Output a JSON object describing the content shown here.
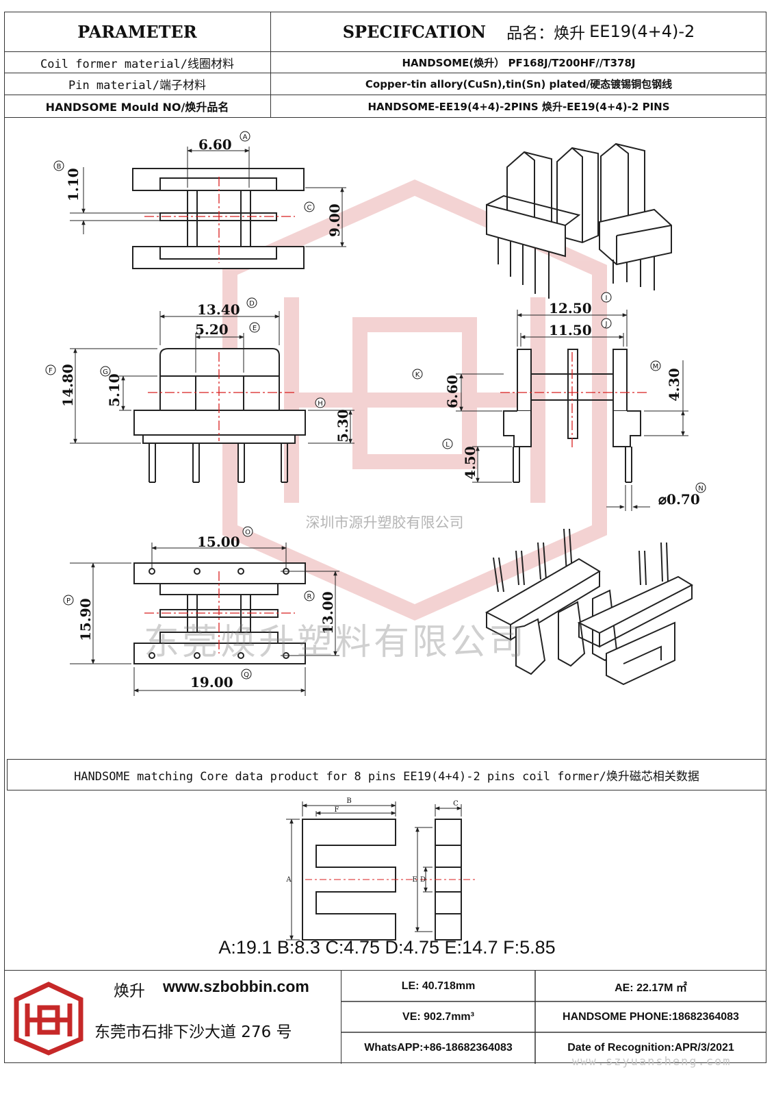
{
  "header": {
    "param_title": "PARAMETER",
    "spec_title": "SPECIFCATION",
    "product_label": "品名：焕升",
    "product_code": "EE19(4+4)-2"
  },
  "rows": [
    {
      "label": "Coil former material/线圈材料",
      "value": "HANDSOME(焕升）  PF168J/T200HF//T378J"
    },
    {
      "label": "Pin material/端子材料",
      "value": "Copper-tin allory(CuSn),tin(Sn) plated/硬态镀锡铜包钢线"
    },
    {
      "label": "HANDSOME Mould NO/焕升品名",
      "value": "HANDSOME-EE19(4+4)-2PINS    焕升-EE19(4+4)-2 PINS"
    }
  ],
  "dimensions": {
    "A": "6.60",
    "B": "1.10",
    "C": "9.00",
    "D": "13.40",
    "E": "5.20",
    "F": "14.80",
    "G": "5.10",
    "H": "5.30",
    "I": "12.50",
    "J": "11.50",
    "K": "6.60",
    "L": "4.50",
    "M": "4.30",
    "N": "⌀0.70",
    "O": "15.00",
    "P": "15.90",
    "Q": "19.00",
    "R": "13.00"
  },
  "watermark": {
    "small": "深圳市源升塑胶有限公司",
    "large": "东莞焕升塑料有限公司"
  },
  "matching_text": "HANDSOME matching Core data  product for 8 pins EE19(4+4)-2 pins coil former/焕升磁芯相关数据",
  "core_letters": {
    "A": "A",
    "B": "B",
    "C": "C",
    "D": "D",
    "E": "E",
    "F": "F"
  },
  "core_dims": "A:19.1 B:8.3 C:4.75 D:4.75 E:14.7 F:5.85",
  "footer": {
    "brand": "焕升",
    "website": "www.szbobbin.com",
    "address": "东莞市石排下沙大道 276 号",
    "le": "LE:    40.718mm",
    "ae": "AE: 22.17M ㎡",
    "ve": "VE:    902.7mm³",
    "phone": "HANDSOME PHONE:18682364083",
    "whatsapp": "WhatsAPP:+86-18682364083",
    "date": "Date of Recognition:APR/3/2021",
    "site_watermark": "www.szyuansheng.com"
  },
  "colors": {
    "center_line": "#d81e1e",
    "line": "#222222",
    "watermark_red": "#e8b3b3"
  }
}
